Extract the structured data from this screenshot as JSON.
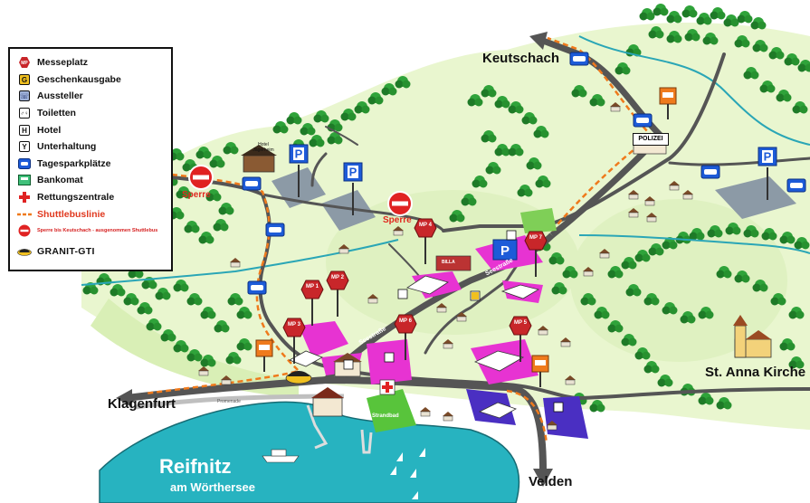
{
  "legend": {
    "items": [
      {
        "icon": "messeplatz-icon",
        "glyph": "MP",
        "label": "Messeplatz"
      },
      {
        "icon": "geschenk-icon",
        "glyph": "G",
        "label": "Geschenkausgabe"
      },
      {
        "icon": "aussteller-icon",
        "glyph": "☏",
        "label": "Aussteller"
      },
      {
        "icon": "toilet-icon",
        "glyph": "♂♀",
        "label": "Toiletten"
      },
      {
        "icon": "hotel-icon",
        "glyph": "H",
        "label": "Hotel"
      },
      {
        "icon": "cocktail-icon",
        "glyph": "Y",
        "label": "Unterhaltung"
      },
      {
        "icon": "parking-car-icon",
        "glyph": "",
        "label": "Tagesparkplätze"
      },
      {
        "icon": "atm-icon",
        "glyph": "",
        "label": "Bankomat"
      },
      {
        "icon": "red-cross-icon",
        "glyph": "+",
        "label": "Rettungszentrale"
      },
      {
        "icon": "dashed-line-icon",
        "glyph": "",
        "label": "Shuttlebuslinie"
      },
      {
        "icon": "no-entry-icon",
        "glyph": "",
        "label": "Sperre bis Keutschach - ausgenommen Shuttlebus"
      },
      {
        "icon": "car-logo-icon",
        "glyph": "",
        "label": "GRANIT-GTI"
      }
    ]
  },
  "places": {
    "keutschach": "Keutschach",
    "klagenfurt": "Klagenfurt",
    "velden": "Velden",
    "st_anna": "St. Anna Kirche",
    "reifnitz": "Reifnitz",
    "woerthersee": "am Wörthersee",
    "hotel": "Hotel Jägerheim",
    "strandbad": "Strandbad",
    "seestrasse": "Seestraße",
    "promenade": "Promenade",
    "polizei": "POLIZEI",
    "billa": "BILLA"
  },
  "sperre": "Sperre",
  "messeplaetze": [
    "MP 1",
    "MP 2",
    "MP 3",
    "MP 4",
    "MP 5",
    "MP 6",
    "MP 7"
  ],
  "parking_letter": "P",
  "colors": {
    "grass": "#e9f6cf",
    "grass_dark": "#cfe9a8",
    "tree": "#2fa33a",
    "tree_dark": "#1e7a27",
    "road": "#555555",
    "lake": "#27b3c0",
    "river": "#2aa6b6",
    "magenta": "#e733d2",
    "purple": "#4a2fc2",
    "shuttle": "#ef7a1c",
    "sperre_red": "#e02222",
    "mp_red": "#c8262a",
    "parking_blue": "#1d5bd8"
  }
}
